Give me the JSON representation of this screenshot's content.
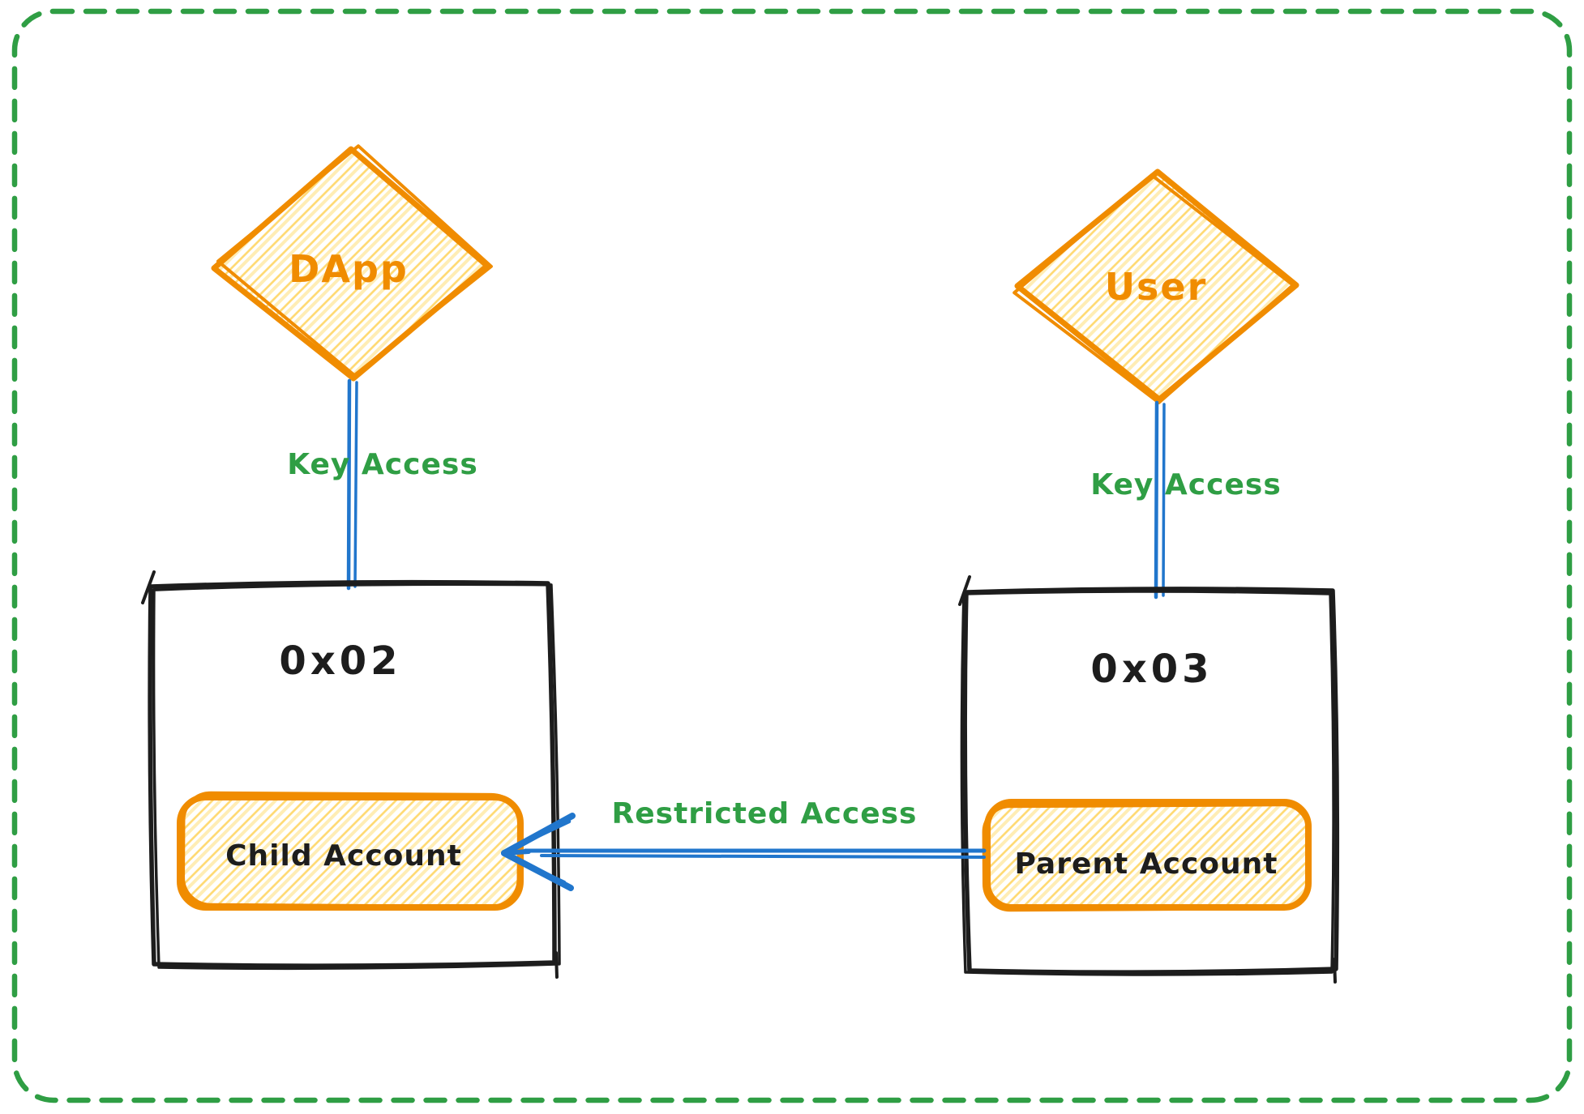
{
  "diagram": {
    "nodes": {
      "dapp": {
        "label": "DApp"
      },
      "user": {
        "label": "User"
      },
      "account_left": {
        "title": "0x02",
        "pill": "Child Account"
      },
      "account_right": {
        "title": "0x03",
        "pill": "Parent Account"
      }
    },
    "edges": {
      "dapp_key_access": {
        "label": "Key Access"
      },
      "user_key_access": {
        "label": "Key Access"
      },
      "restricted_access": {
        "label": "Restricted Access"
      }
    },
    "colors": {
      "frame_green": "#2f9e44",
      "label_green": "#2f9e44",
      "shape_orange": "#f08c00",
      "hatch_gold": "#ffd970",
      "hatch_pale": "#ffedb5",
      "connector_blue": "#2176cc",
      "box_black": "#1d1d1d",
      "background": "#ffffff"
    }
  }
}
